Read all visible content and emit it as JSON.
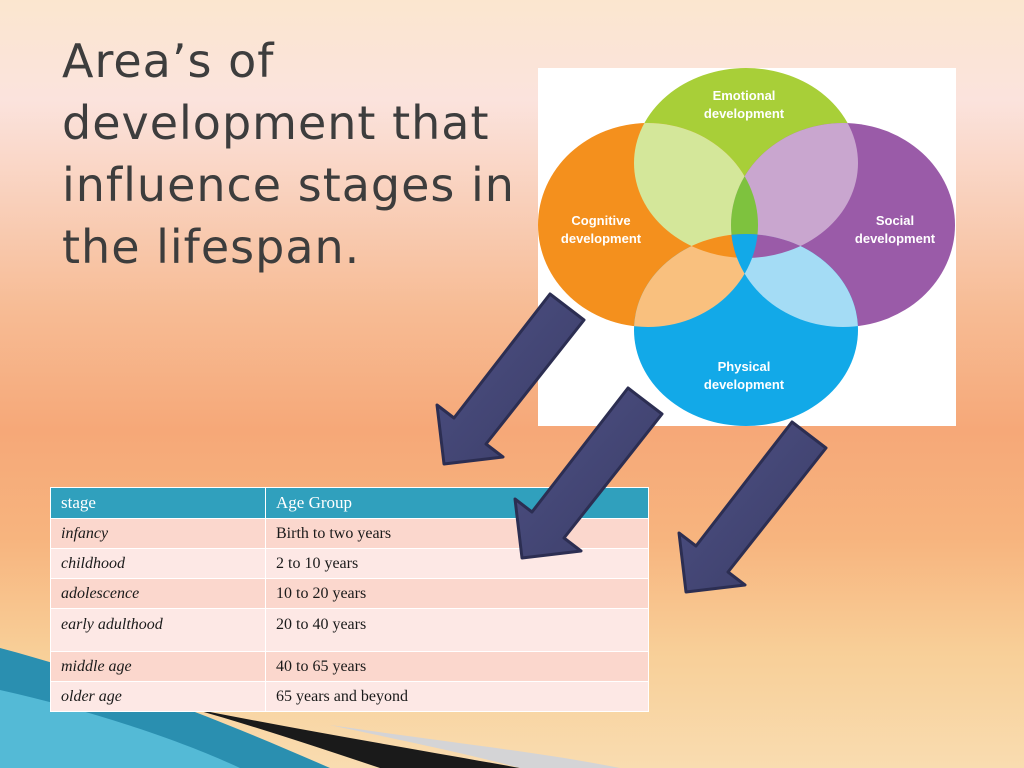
{
  "slide": {
    "title": "Area’s of development that influence stages in the lifespan."
  },
  "diagram": {
    "circles": [
      {
        "label_line1": "Emotional",
        "label_line2": "development",
        "color": "#a8cf38"
      },
      {
        "label_line1": "Cognitive",
        "label_line2": "development",
        "color": "#f4901d"
      },
      {
        "label_line1": "Social",
        "label_line2": "development",
        "color": "#9a5ba8"
      },
      {
        "label_line1": "Physical",
        "label_line2": "development",
        "color": "#12a9e8"
      }
    ]
  },
  "table": {
    "headers": [
      "stage",
      "Age Group"
    ],
    "rows": [
      {
        "stage": "infancy",
        "age": "Birth to two years"
      },
      {
        "stage": "childhood",
        "age": "2 to 10 years"
      },
      {
        "stage": "adolescence",
        "age": "10 to 20 years"
      },
      {
        "stage": "early adulthood",
        "age": "20 to 40 years"
      },
      {
        "stage": "middle age",
        "age": "40 to 65 years"
      },
      {
        "stage": "older age",
        "age": "65 years and beyond"
      }
    ],
    "header_color": "#30a0bd"
  },
  "colors": {
    "arrow_fill": "#434574",
    "title_text": "#3d3d3d"
  }
}
